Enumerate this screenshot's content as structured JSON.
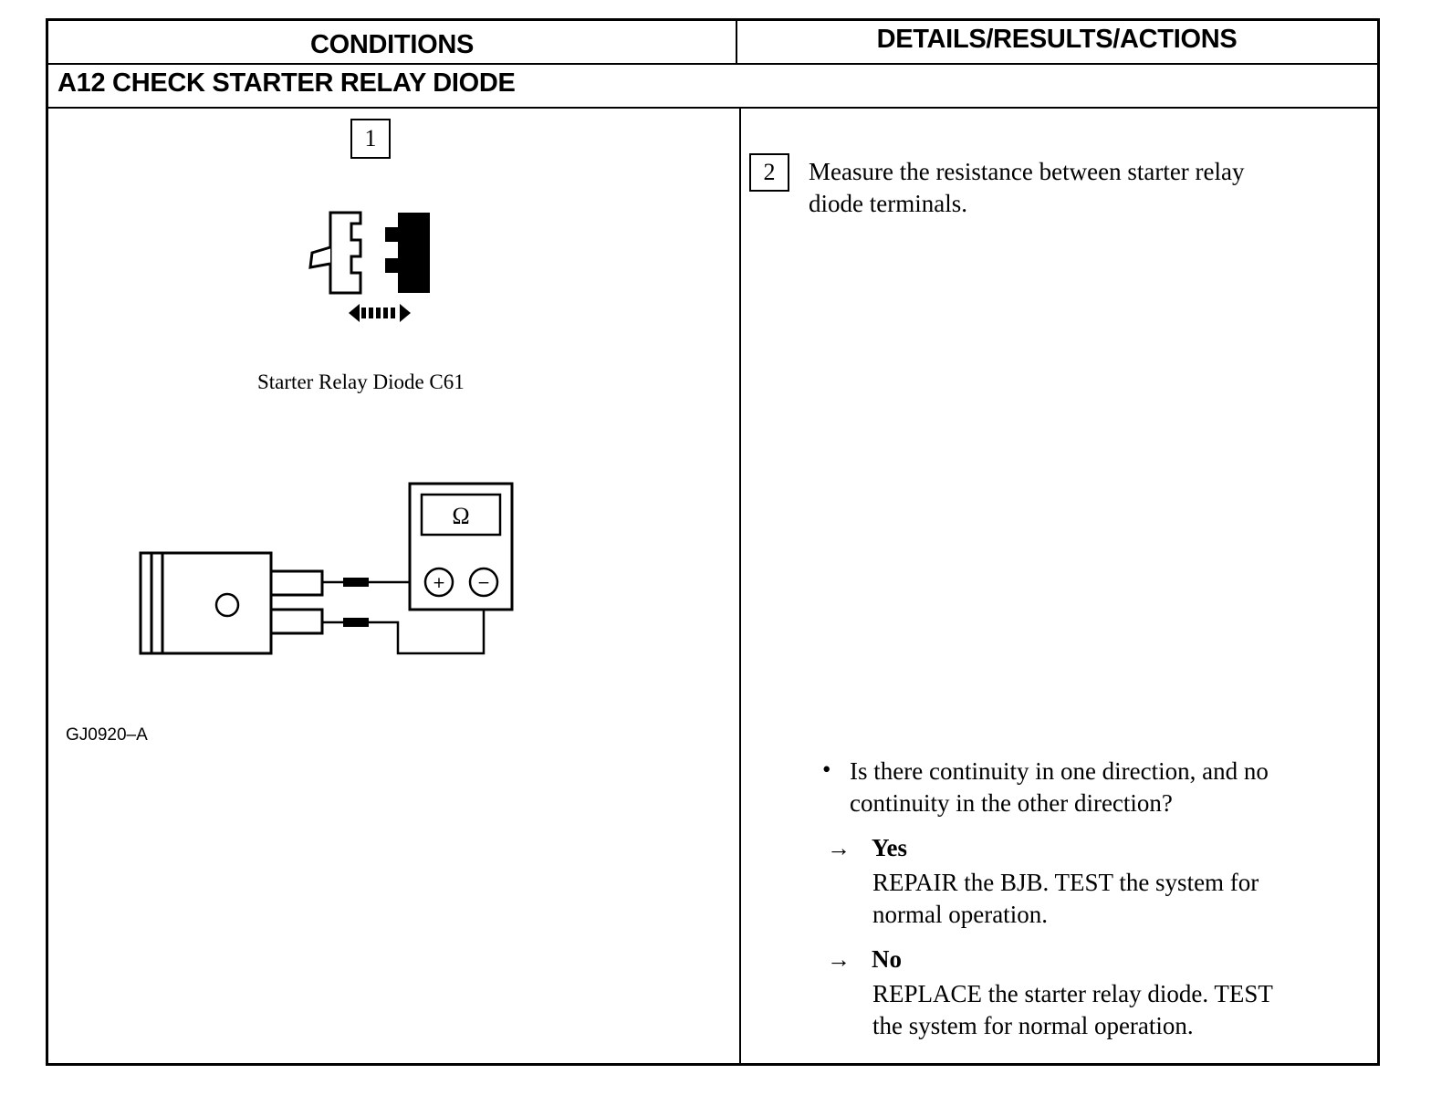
{
  "header": {
    "conditions": "CONDITIONS",
    "details": "DETAILS/RESULTS/ACTIONS"
  },
  "section_title": "A12 CHECK STARTER RELAY DIODE",
  "conditions": {
    "step1_number": "1",
    "connector_caption": "Starter Relay Diode C61",
    "meter_symbol": "Ω",
    "plus_symbol": "+",
    "minus_symbol": "−",
    "figure_code": "GJ0920–A"
  },
  "details": {
    "step2_number": "2",
    "step2_text_line1": "Measure the resistance between starter relay",
    "step2_text_line2": "diode terminals.",
    "question_line1": "Is there continuity in one direction, and no",
    "question_line2": "continuity in the other direction?",
    "bullet": "•",
    "arrow": "→",
    "yes_label": "Yes",
    "yes_text_line1": "REPAIR the BJB. TEST the system for",
    "yes_text_line2": "normal operation.",
    "no_label": "No",
    "no_text_line1": "REPLACE the starter relay diode. TEST",
    "no_text_line2": "the system for normal operation."
  }
}
